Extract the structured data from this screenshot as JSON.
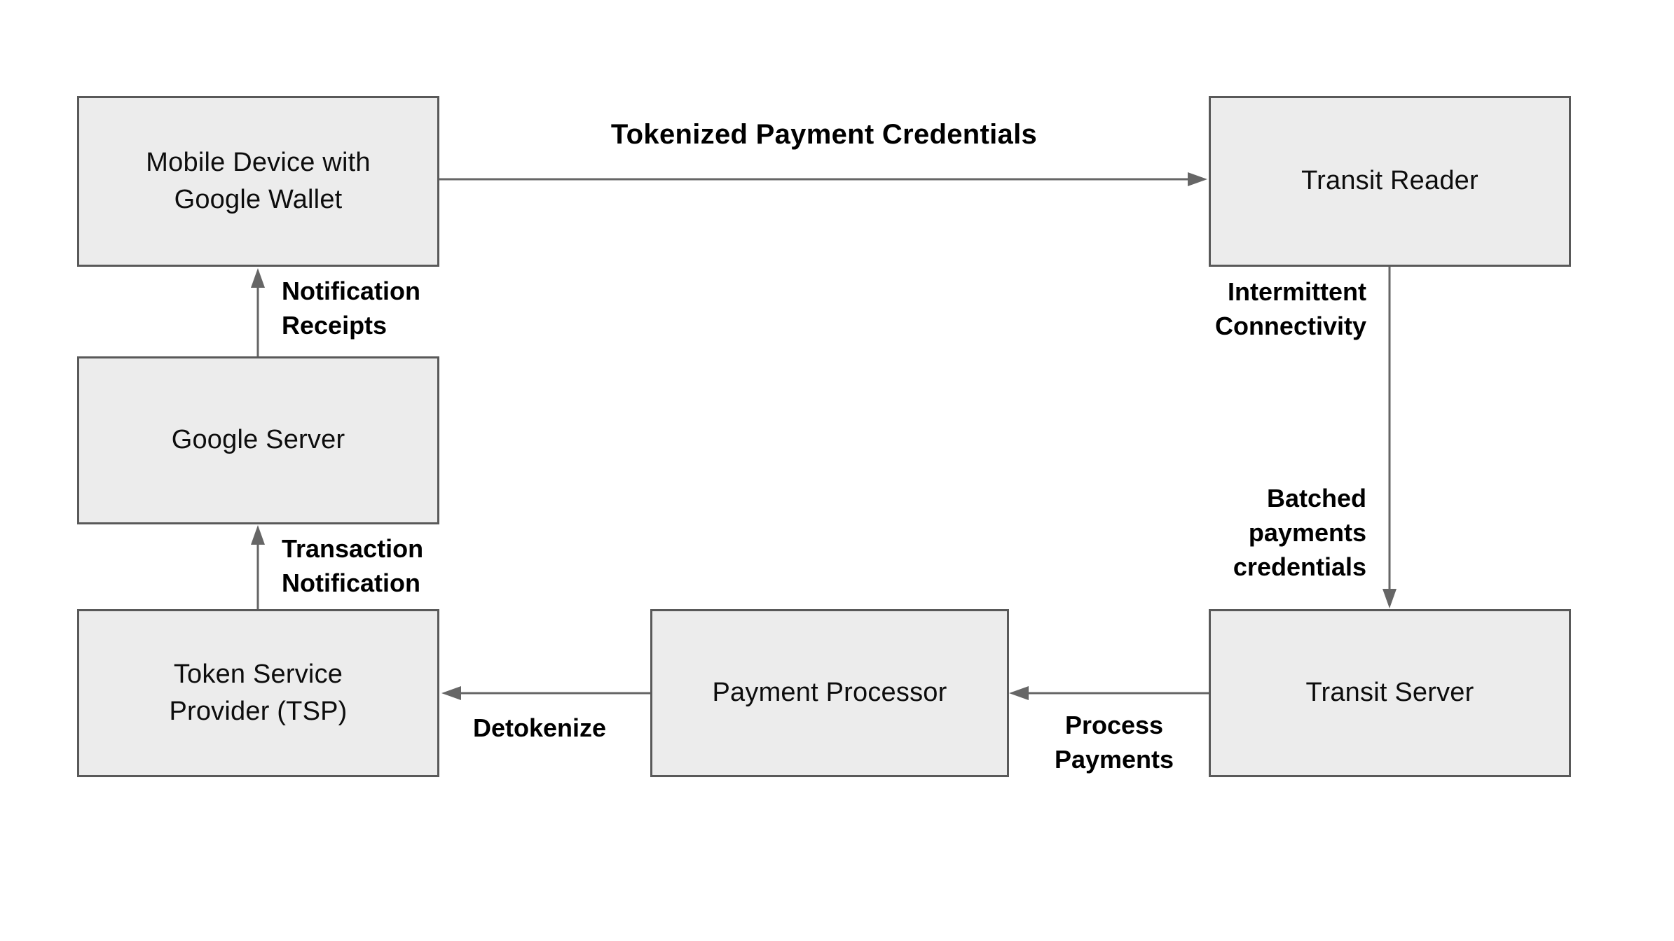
{
  "colors": {
    "background": "#ffffff",
    "node_fill": "#ececec",
    "node_border": "#595959",
    "arrow": "#666666",
    "text": "#000000"
  },
  "nodes": {
    "mobile_device": {
      "label": "Mobile Device with Google Wallet",
      "lines": [
        "Mobile Device with",
        "Google Wallet"
      ]
    },
    "transit_reader": {
      "label": "Transit Reader",
      "lines": [
        "Transit Reader"
      ]
    },
    "google_server": {
      "label": "Google Server",
      "lines": [
        "Google Server"
      ]
    },
    "tsp": {
      "label": "Token Service Provider (TSP)",
      "lines": [
        "Token Service",
        "Provider (TSP)"
      ]
    },
    "payment_processor": {
      "label": "Payment Processor",
      "lines": [
        "Payment Processor"
      ]
    },
    "transit_server": {
      "label": "Transit Server",
      "lines": [
        "Transit Server"
      ]
    }
  },
  "edges": {
    "tokenized_payment_credentials": {
      "from": "mobile_device",
      "to": "transit_reader",
      "direction": "right",
      "label": "Tokenized Payment Credentials",
      "lines": [
        "Tokenized Payment Credentials"
      ]
    },
    "intermittent_connectivity": {
      "from": "transit_reader",
      "to": "transit_server",
      "direction": "down",
      "label": "Intermittent Connectivity",
      "lines": [
        "Intermittent",
        "Connectivity"
      ]
    },
    "batched_payments_credentials": {
      "from": "transit_reader",
      "to": "transit_server",
      "direction": "down",
      "label": "Batched payments credentials",
      "lines": [
        "Batched",
        "payments",
        "credentials"
      ]
    },
    "process_payments": {
      "from": "transit_server",
      "to": "payment_processor",
      "direction": "left",
      "label": "Process Payments",
      "lines": [
        "Process",
        "Payments"
      ]
    },
    "detokenize": {
      "from": "payment_processor",
      "to": "tsp",
      "direction": "left",
      "label": "Detokenize",
      "lines": [
        "Detokenize"
      ]
    },
    "transaction_notification": {
      "from": "tsp",
      "to": "google_server",
      "direction": "up",
      "label": "Transaction Notification",
      "lines": [
        "Transaction",
        "Notification"
      ]
    },
    "notification_receipts": {
      "from": "google_server",
      "to": "mobile_device",
      "direction": "up",
      "label": "Notification Receipts",
      "lines": [
        "Notification",
        "Receipts"
      ]
    }
  }
}
